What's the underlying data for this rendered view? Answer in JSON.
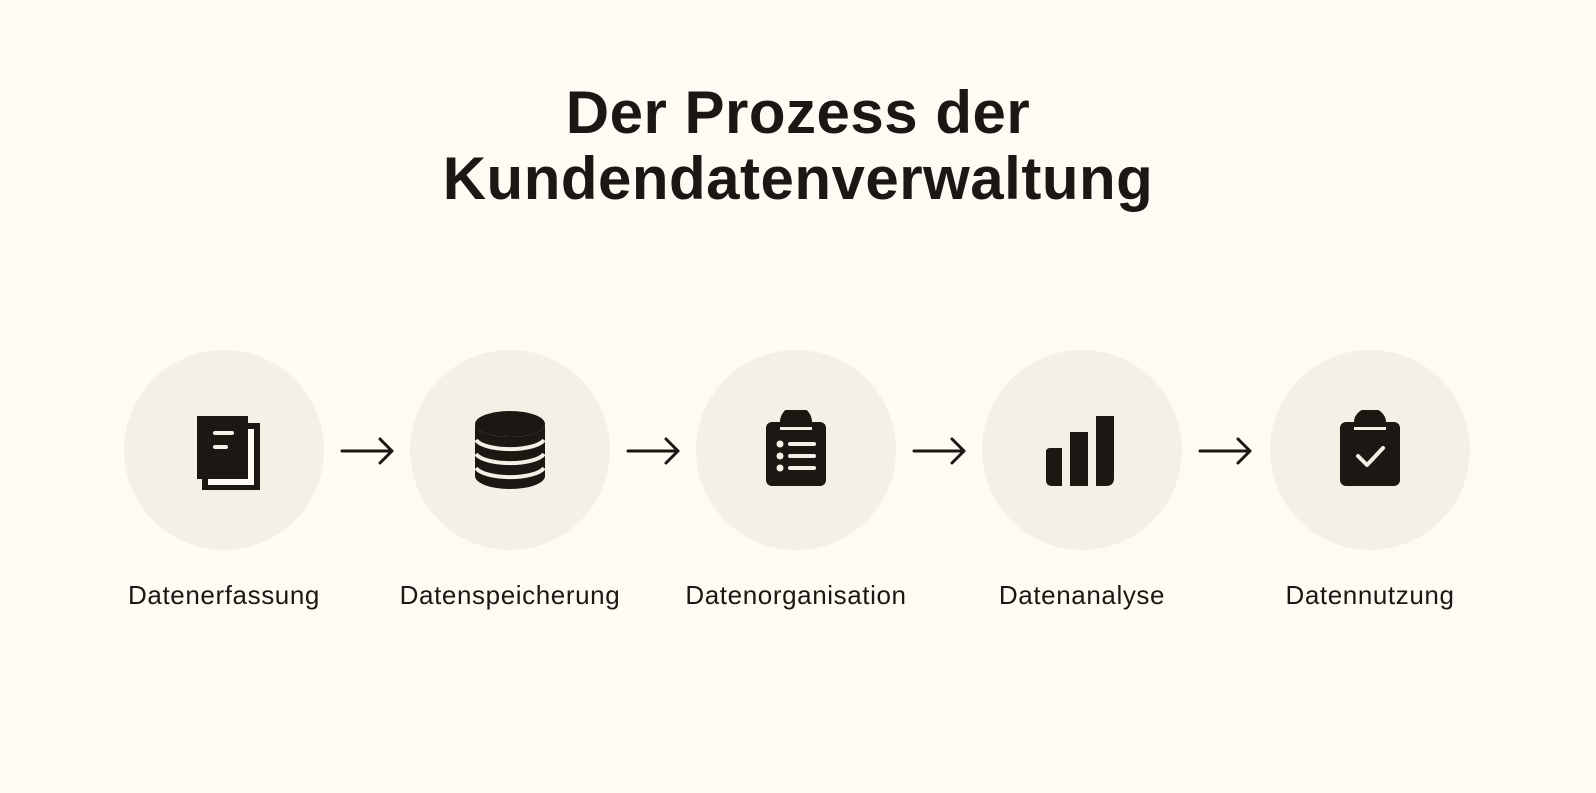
{
  "title": {
    "line1": "Der Prozess der",
    "line2": "Kundendatenverwaltung"
  },
  "steps": [
    {
      "label": "Datenerfassung",
      "icon": "documents-icon"
    },
    {
      "label": "Datenspeicherung",
      "icon": "database-icon"
    },
    {
      "label": "Datenorganisation",
      "icon": "clipboard-list-icon"
    },
    {
      "label": "Datenanalyse",
      "icon": "bar-chart-icon"
    },
    {
      "label": "Datennutzung",
      "icon": "clipboard-check-icon"
    }
  ],
  "colors": {
    "background": "#fdfbf3",
    "circle": "#f3f0e5",
    "ink": "#1b1712"
  }
}
